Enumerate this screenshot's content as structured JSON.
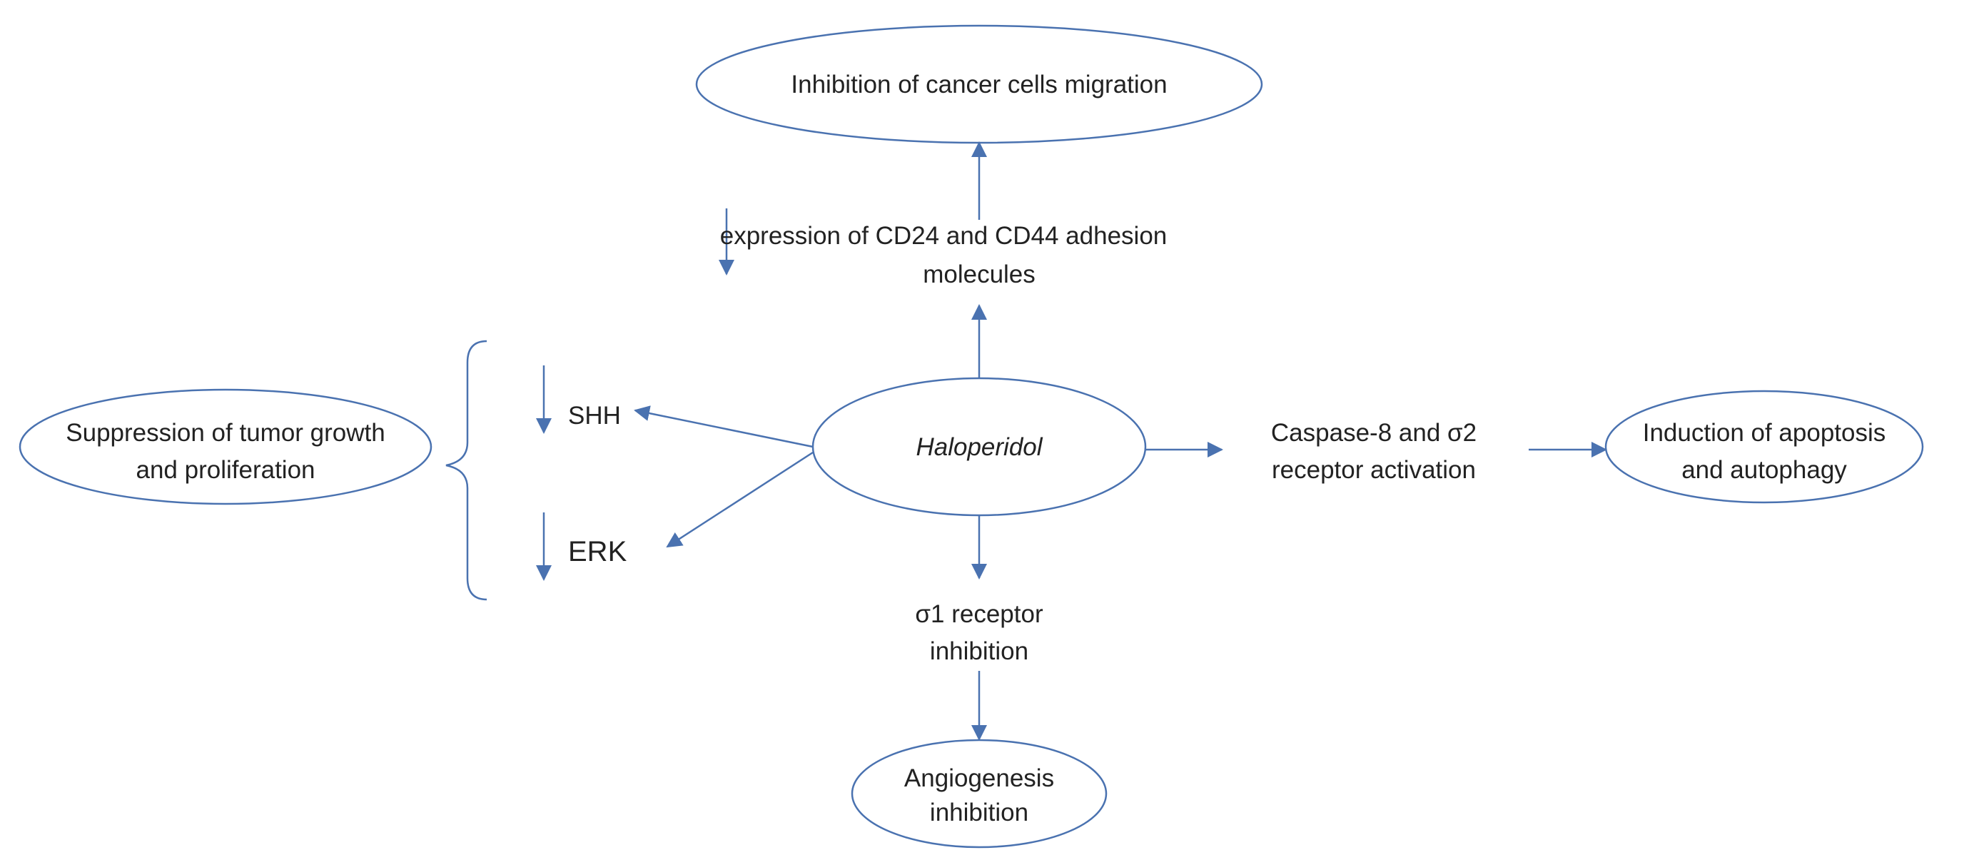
{
  "colors": {
    "stroke": "#4a72b0",
    "text": "#222222",
    "background": "#ffffff"
  },
  "nodes": {
    "center": "Haloperidol",
    "migration": "Inhibition of cancer cells migration",
    "adhesion_line1": "expression of CD24 and CD44 adhesion",
    "adhesion_line2": "molecules",
    "shh": "SHH",
    "erk": "ERK",
    "suppression_line1": "Suppression of tumor growth",
    "suppression_line2": "and proliferation",
    "caspase_line1": "Caspase-8 and σ2",
    "caspase_line2": "receptor  activation",
    "apoptosis_line1": "Induction of apoptosis",
    "apoptosis_line2": "and autophagy",
    "sigma1_line1": "σ1 receptor",
    "sigma1_line2": "inhibition",
    "angio_line1": "Angiogenesis",
    "angio_line2": "inhibition"
  }
}
